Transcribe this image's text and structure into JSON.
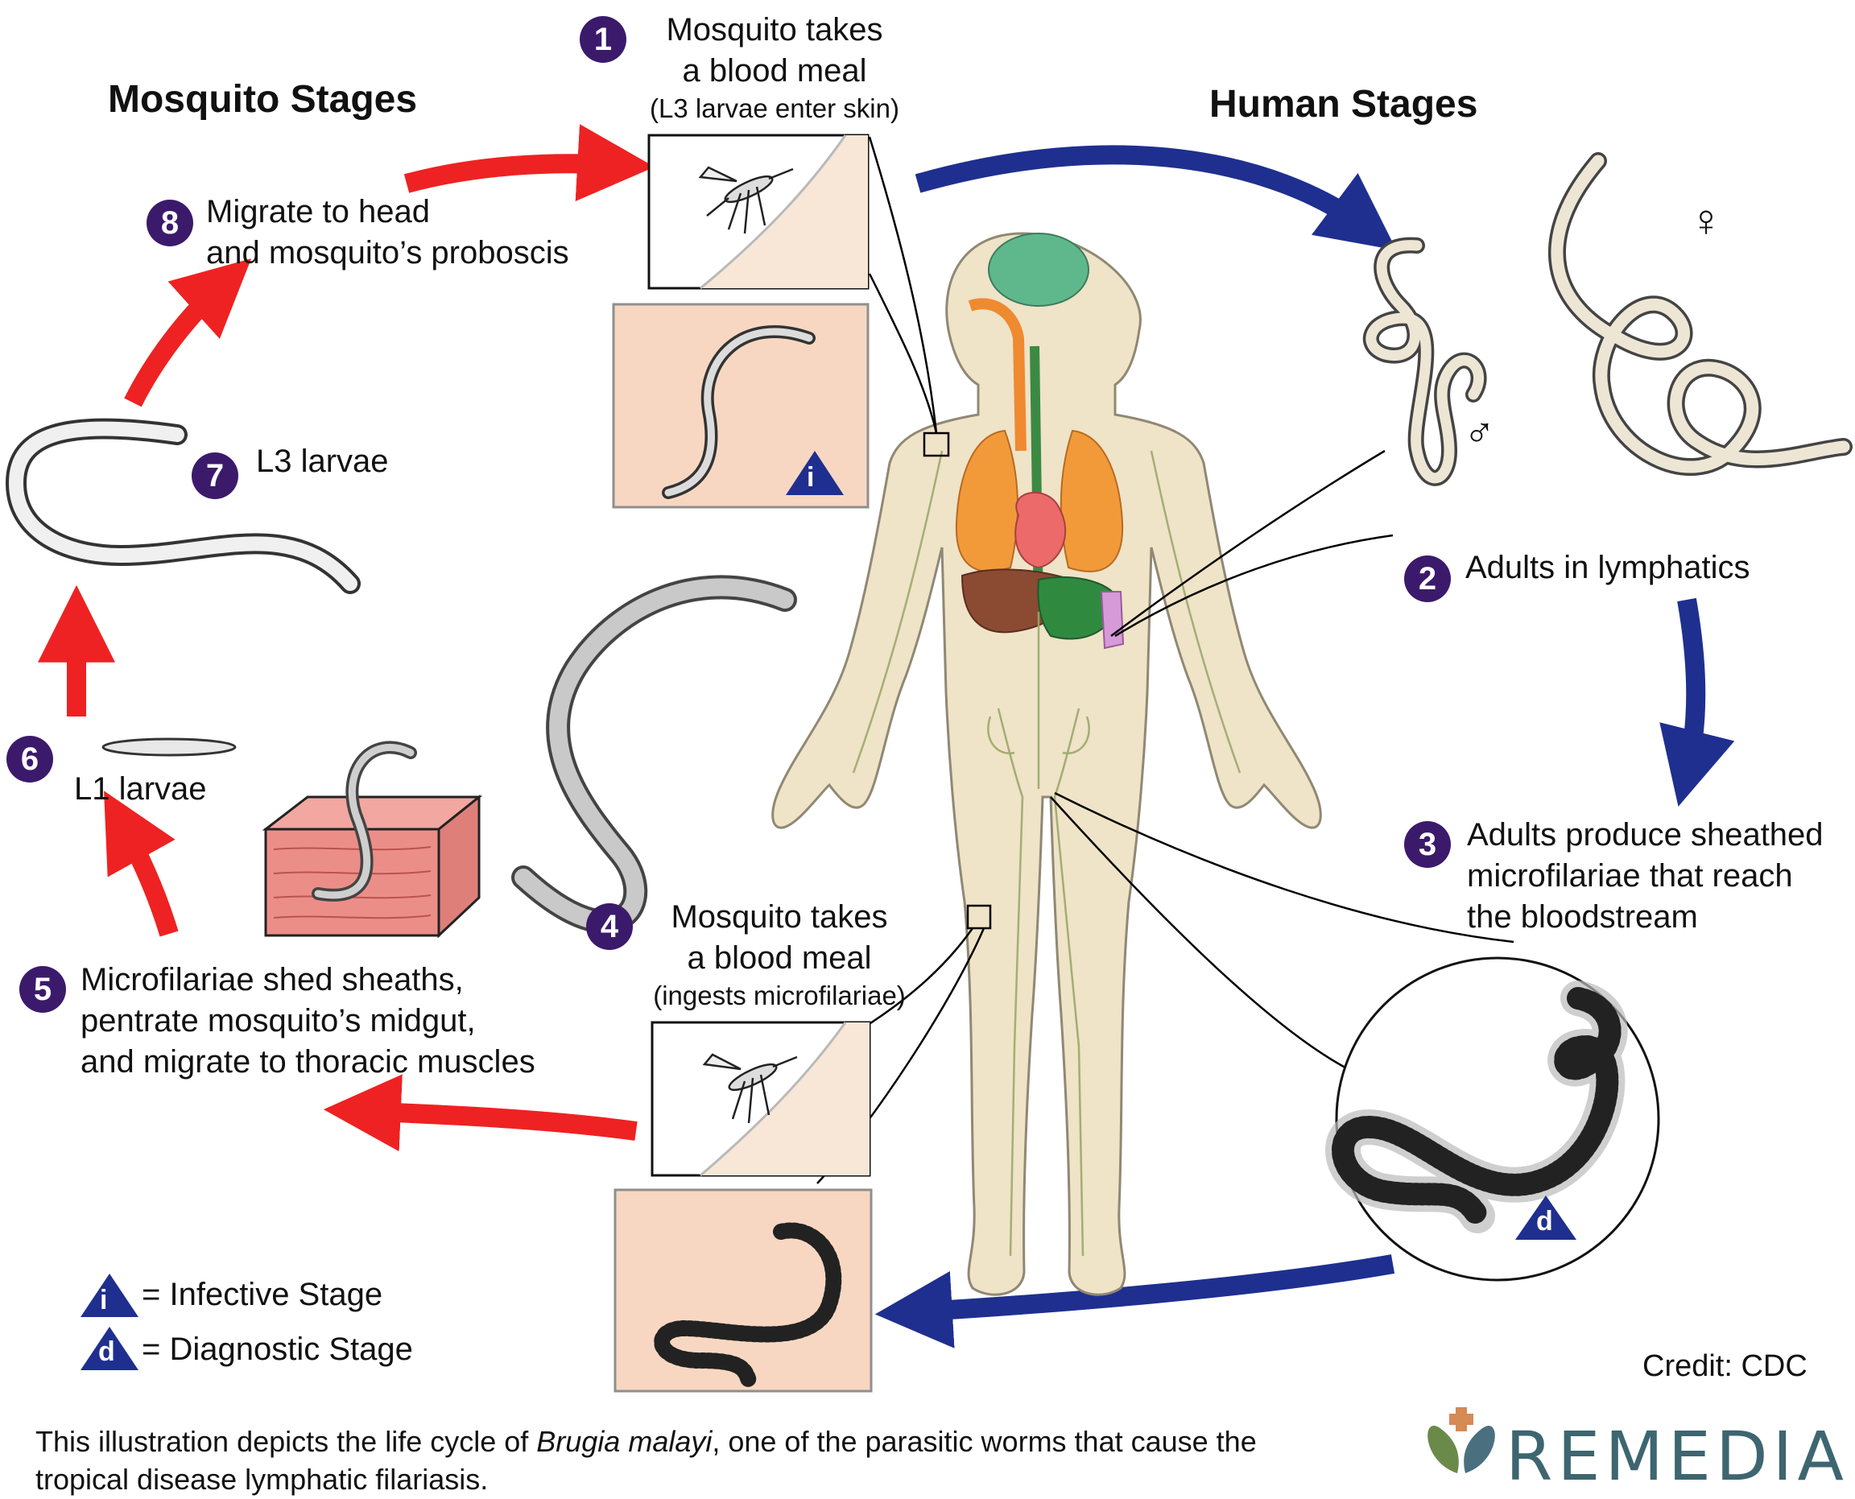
{
  "headings": {
    "mosquito": "Mosquito Stages",
    "human": "Human Stages"
  },
  "steps": [
    {
      "num": "1",
      "title": "Mosquito takes\na blood meal",
      "note": "(L3 larvae enter skin)"
    },
    {
      "num": "2",
      "title": "Adults in lymphatics"
    },
    {
      "num": "3",
      "title": "Adults produce sheathed\nmicrofilariae that reach\nthe bloodstream"
    },
    {
      "num": "4",
      "title": "Mosquito takes\na blood meal",
      "note": "(ingests microfilariae)"
    },
    {
      "num": "5",
      "title": "Microfilariae shed sheaths,\npentrate mosquito’s midgut,\nand migrate to thoracic muscles"
    },
    {
      "num": "6",
      "title": "L1 larvae"
    },
    {
      "num": "7",
      "title": "L3 larvae"
    },
    {
      "num": "8",
      "title": "Migrate to head\nand mosquito’s proboscis"
    }
  ],
  "symbols": {
    "male": "♂",
    "female": "♀"
  },
  "markers": {
    "infective": "i",
    "diagnostic": "d"
  },
  "legend": [
    {
      "marker": "i",
      "label": "= Infective Stage"
    },
    {
      "marker": "d",
      "label": "= Diagnostic Stage"
    }
  ],
  "caption": {
    "before": "This illustration depicts the life cycle of ",
    "species": "Brugia malayi",
    "after": ", one of the parasitic worms that cause the tropical disease lymphatic filariasis."
  },
  "credit": "Credit: CDC",
  "brand": "REMEDIA",
  "colors": {
    "badge": "#3b1a6b",
    "mosquito_arrow": "#ee2222",
    "human_arrow": "#1f2f8f",
    "marker": "#1f2f8f",
    "brand": "#3d6670"
  }
}
